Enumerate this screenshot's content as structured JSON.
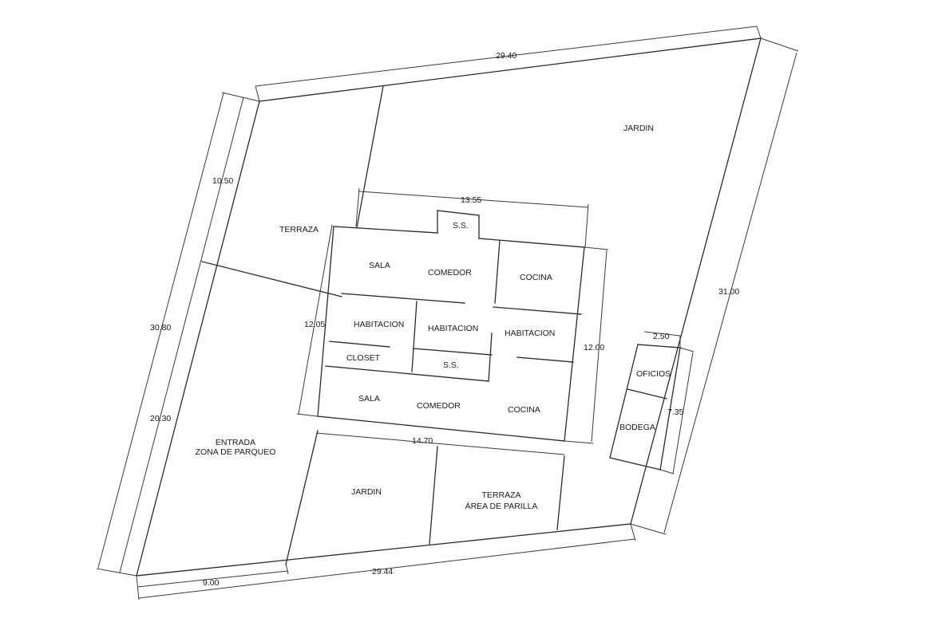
{
  "rooms": {
    "jardin_top": "JARDIN",
    "terraza_top": "TERRAZA",
    "ss_top": "S.S.",
    "sala_top": "SALA",
    "comedor_top": "COMEDOR",
    "cocina_top": "COCINA",
    "habitacion_1": "HABITACION",
    "habitacion_2": "HABITACION",
    "habitacion_3": "HABITACION",
    "closet": "CLOSET",
    "ss_mid": "S.S.",
    "sala_bottom": "SALA",
    "comedor_bottom": "COMEDOR",
    "cocina_bottom": "COCINA",
    "oficios": "OFICIOS",
    "bodega": "BODEGA",
    "entrada_line1": "ENTRADA",
    "entrada_line2": "ZONA DE PARQUEO",
    "jardin_bottom": "JARDIN",
    "terraza_bottom_line1": "TERRAZA",
    "terraza_bottom_line2": "ÁREA DE PARILLA"
  },
  "dimensions": {
    "top": "29.40",
    "right": "31.00",
    "left_total": "30.80",
    "left_upper": "10.50",
    "left_lower": "20.30",
    "bottom_total": "29.44",
    "bottom_left": "9.00",
    "house_top": "13.55",
    "house_left": "12.05",
    "house_right": "12.00",
    "house_bottom": "14.70",
    "annex_width": "2.50",
    "annex_height": "7.35"
  }
}
